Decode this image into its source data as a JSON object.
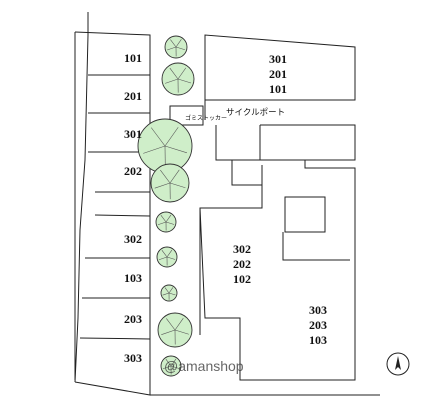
{
  "parking_spaces": [
    "101",
    "201",
    "301",
    "202",
    "302",
    "103",
    "203",
    "303"
  ],
  "buildings": [
    {
      "rooms": [
        "301",
        "201",
        "101"
      ]
    },
    {
      "rooms": [
        "302",
        "202",
        "102"
      ]
    },
    {
      "rooms": [
        "303",
        "203",
        "103"
      ]
    }
  ],
  "facilities": {
    "cycle_port": "サイクルポート",
    "garbage": "ゴミストッカー"
  },
  "watermark": "@amanshop",
  "compass": {
    "label": "N"
  },
  "colors": {
    "tree_fill": "#cfeec9",
    "line": "#222222"
  }
}
